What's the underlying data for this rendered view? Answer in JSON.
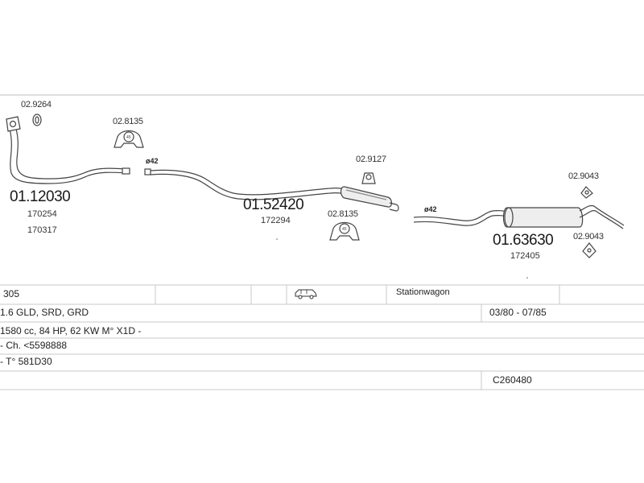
{
  "parts": {
    "front_pipe": {
      "number": "01.12030",
      "refs": [
        "170254",
        "170317"
      ]
    },
    "center_silencer": {
      "number": "01.52420",
      "refs": [
        "172294"
      ]
    },
    "rear_silencer": {
      "number": "01.63630",
      "refs": [
        "172405"
      ]
    }
  },
  "accessories": {
    "front_gasket": "02.9264",
    "clamp_a": "02.8135",
    "clamp_b": "02.8135",
    "mount_center": "02.9127",
    "mount_rear_top": "02.9043",
    "mount_rear_bottom": "02.9043"
  },
  "diameters": {
    "center": "ø42",
    "rear": "ø42"
  },
  "table": {
    "model": "305",
    "body_type": "Stationwagon",
    "engine_variant": "1.6 GLD, SRD, GRD",
    "production": "03/80 - 07/85",
    "engine_specs": "1580 cc, 84 HP, 62 KW M° X1D -",
    "chassis": "- Ch. <5598888",
    "type": "- T° 581D30",
    "catalog_code": "C260480"
  },
  "icons": {
    "vehicle": "station-wagon-icon"
  }
}
